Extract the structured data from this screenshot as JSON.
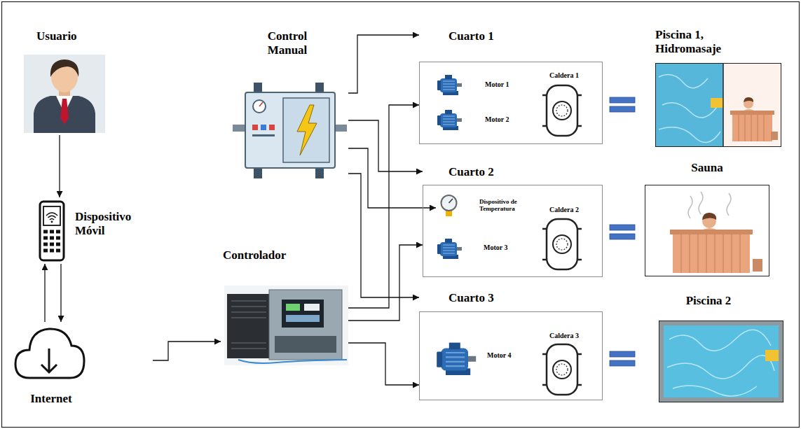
{
  "diagram": {
    "nodes": [
      {
        "text": [
          "Usuario"
        ]
      },
      {
        "text": [
          "Dispositivo Móvil"
        ]
      },
      {
        "text": [
          "Internet"
        ]
      },
      {
        "text": [
          "Control Manual"
        ]
      },
      {
        "text": [
          "Controlador"
        ]
      },
      {
        "text": [
          "Cuarto 1"
        ]
      },
      {
        "text": [
          "Motor 1"
        ],
        "in": 5
      },
      {
        "text": [
          "Motor 2"
        ],
        "in": 5
      },
      {
        "text": [
          "Caldera 1"
        ],
        "in": 5
      },
      {
        "text": [
          "Cuarto 2"
        ]
      },
      {
        "text": [
          "Dispositivo de Temperatura"
        ],
        "in": 9
      },
      {
        "text": [
          "Caldera 2"
        ],
        "in": 9
      },
      {
        "text": [
          "Motor 3"
        ],
        "in": 9
      },
      {
        "text": [
          "Cuarto 3"
        ]
      },
      {
        "text": [
          "Motor 4"
        ],
        "in": 13
      },
      {
        "text": [
          "Caldera 3"
        ],
        "in": 13
      },
      {
        "text": [
          "Piscina 1, Hidromasaje"
        ]
      },
      {
        "text": [
          "Sauna"
        ]
      },
      {
        "text": [
          "Piscina 2"
        ]
      }
    ],
    "edges": [
      {
        "from": 0,
        "to": 1,
        "arrow": "to"
      },
      {
        "from": 1,
        "to": 2,
        "arrow": "to"
      },
      {
        "from": 2,
        "to": 1,
        "arrow": "to"
      },
      {
        "from": 2,
        "to": 4,
        "arrow": "to"
      },
      {
        "from": 3,
        "to": 5,
        "arrow": "to"
      },
      {
        "from": 3,
        "to": 9,
        "arrow": "to"
      },
      {
        "from": 3,
        "to": 10,
        "arrow": "to"
      },
      {
        "from": 3,
        "to": 13,
        "arrow": "to"
      },
      {
        "from": 4,
        "to": 5,
        "arrow": "to"
      },
      {
        "from": 4,
        "to": 9,
        "arrow": "to"
      },
      {
        "from": 4,
        "to": 13,
        "arrow": "to"
      }
    ]
  }
}
